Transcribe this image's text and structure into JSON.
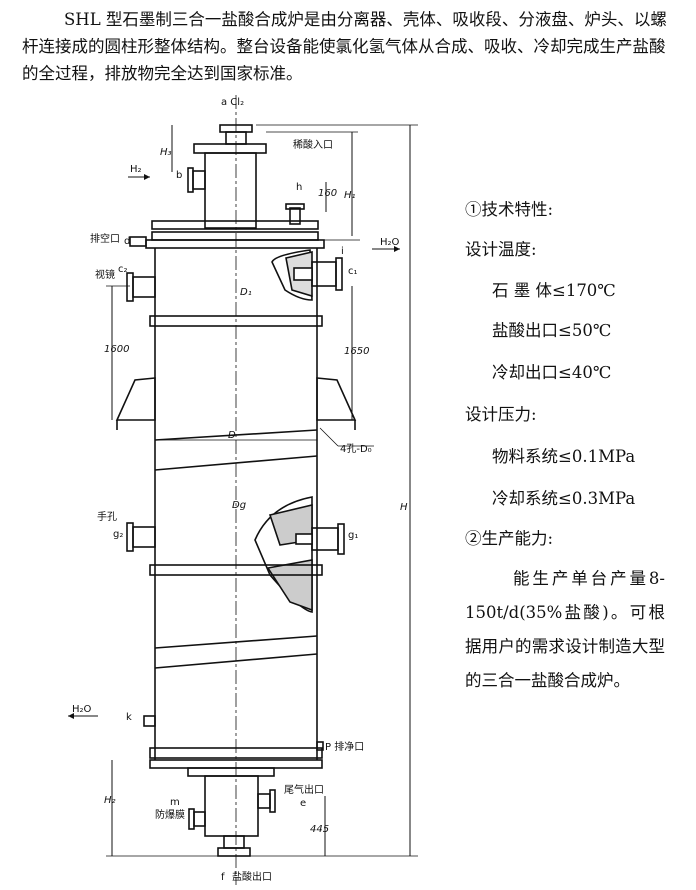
{
  "intro": "SHL 型石墨制三合一盐酸合成炉是由分离器、壳体、吸收段、分液盘、炉头、以螺杆连接成的圆柱形整体结构。整台设备能使氯化氢气体从合成、吸收、冷却完成生产盐酸的全过程，排放物完全达到国家标准。",
  "specs": {
    "tech_heading": "①技术特性:",
    "design_temp_label": "设计温度:",
    "graphite_temp": "石 墨 体≤170℃",
    "acid_outlet_temp": "盐酸出口≤50℃",
    "cooling_outlet_temp": "冷却出口≤40℃",
    "design_pressure_label": "设计压力:",
    "material_pressure": "物料系统≤0.1MPa",
    "cooling_pressure": "冷却系统≤0.3MPa",
    "capacity_heading": "②生产能力:",
    "capacity_text": "能生产单台产量8-150t/d(35%盐酸)。可根据用户的需求设计制造大型的三合一盐酸合成炉。"
  },
  "diagram": {
    "labels": {
      "a_cl2": "a  Cl₂",
      "h1_top": "H₃",
      "dilute_inlet": "稀酸入口",
      "h2": "H₂",
      "b": "b",
      "h": "h",
      "dim_160": "160",
      "h1_right": "H₁",
      "drain": "排空口",
      "d": "d",
      "i": "i",
      "h2o_top": "H₂O",
      "sight_glass": "视镜",
      "c2": "c₂",
      "c1": "c₁",
      "d1": "D₁",
      "dim_1600_left": "1600",
      "dim_1650_right": "1650",
      "d_main": "D",
      "holes": "4孔-D₀",
      "dg": "Dg",
      "handhole": "手孔",
      "g2": "g₂",
      "g1": "g₁",
      "total_h": "H",
      "h2o_bottom": "H₂O",
      "k": "k",
      "p_drain": "P 排净口",
      "h2_bottom": "H₂",
      "tail_gas_outlet": "尾气出口",
      "m": "m",
      "explosion_vent": "防爆膜",
      "e": "e",
      "dim_445": "445",
      "f": "f",
      "acid_outlet": "盐酸出口"
    }
  }
}
